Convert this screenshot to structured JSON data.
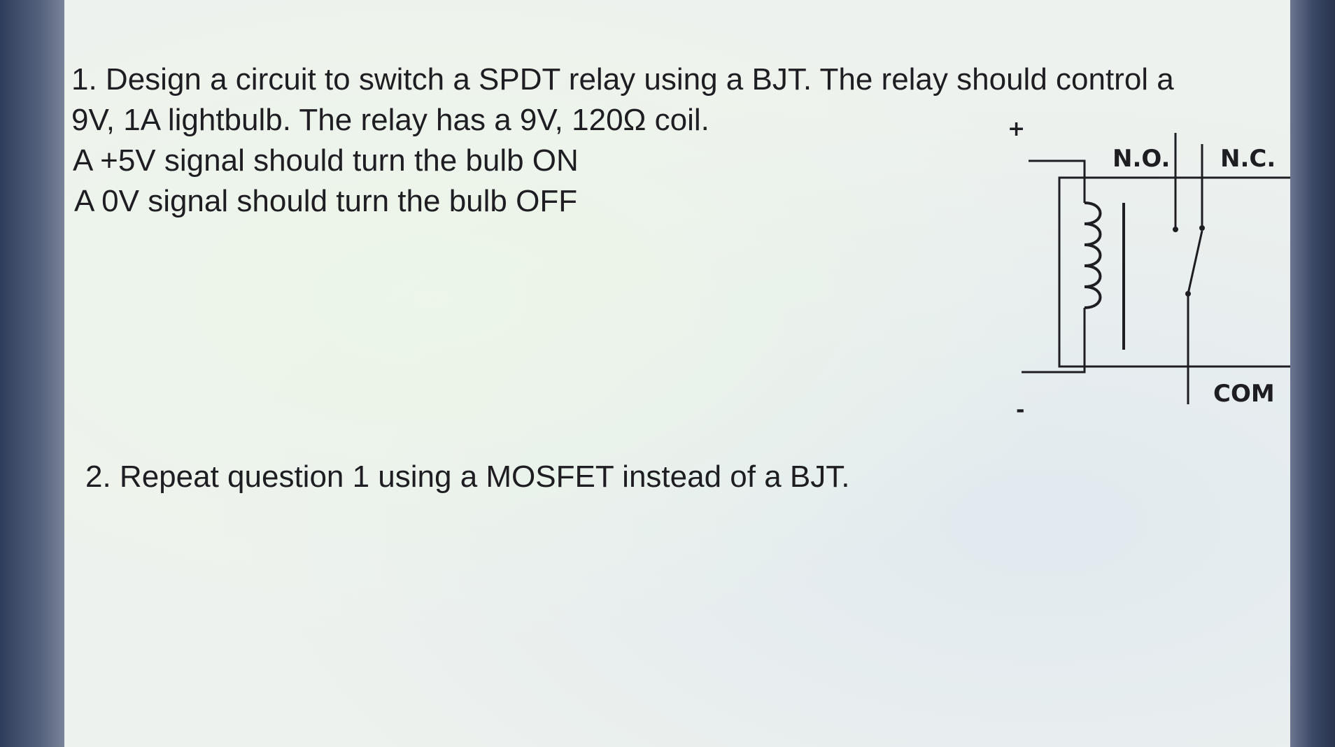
{
  "question_1": {
    "line_1": "1. Design a circuit to switch a SPDT relay using a BJT. The relay should control a",
    "line_2": "9V, 1A lightbulb. The relay has a 9V, 120Ω coil.",
    "line_3": "A +5V signal should turn the bulb ON",
    "line_4": "A 0V signal should turn the bulb OFF"
  },
  "question_2": {
    "line_1": "2. Repeat question 1 using a MOSFET instead of a BJT."
  },
  "relay_diagram": {
    "plus_label": "+",
    "minus_label": "-",
    "no_label": "N.O.",
    "nc_label": "N.C.",
    "com_label": "COM"
  }
}
